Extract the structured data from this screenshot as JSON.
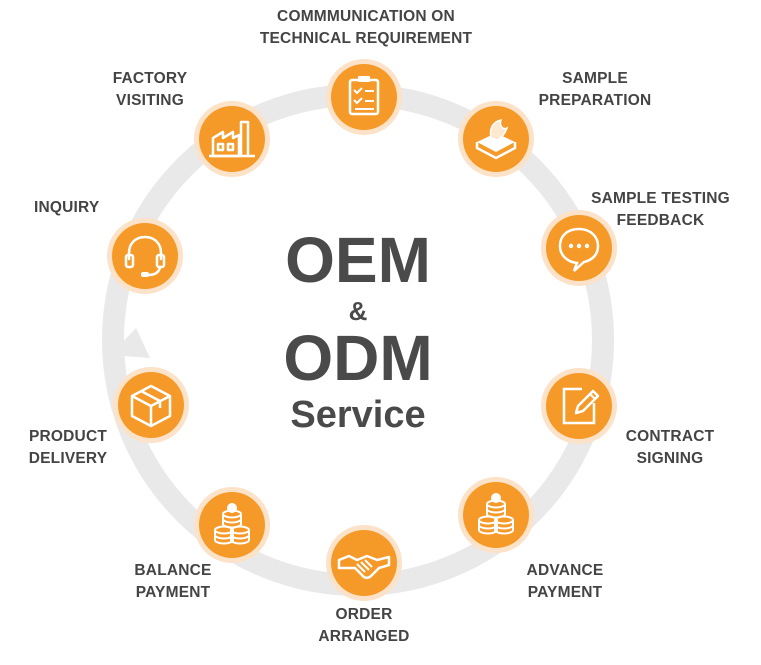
{
  "center": {
    "line1": "OEM",
    "amp": "&",
    "line2": "ODM",
    "line3": "Service"
  },
  "colors": {
    "accent": "#f59a28",
    "accent_halo": "#fbe2c8",
    "ring": "#e8e8e8",
    "text": "#444444"
  },
  "steps": [
    {
      "icon": "checklist-icon",
      "lines": [
        "COMMMUNICATION ON",
        "TECHNICAL REQUIREMENT"
      ]
    },
    {
      "icon": "tissue-box-icon",
      "lines": [
        "SAMPLE",
        "PREPARATION"
      ]
    },
    {
      "icon": "chat-bubble-icon",
      "lines": [
        "SAMPLE TESTING",
        "FEEDBACK"
      ]
    },
    {
      "icon": "pencil-edit-icon",
      "lines": [
        "CONTRACT",
        "SIGNING"
      ]
    },
    {
      "icon": "coin-stack-icon",
      "lines": [
        "ADVANCE",
        "PAYMENT"
      ]
    },
    {
      "icon": "handshake-icon",
      "lines": [
        "ORDER",
        "ARRANGED"
      ]
    },
    {
      "icon": "coin-stack-icon",
      "lines": [
        "BALANCE",
        "PAYMENT"
      ]
    },
    {
      "icon": "box-icon",
      "lines": [
        "PRODUCT",
        "DELIVERY"
      ]
    },
    {
      "icon": "headset-icon",
      "lines": [
        "INQUIRY"
      ]
    },
    {
      "icon": "factory-icon",
      "lines": [
        "FACTORY",
        "VISITING"
      ]
    }
  ]
}
